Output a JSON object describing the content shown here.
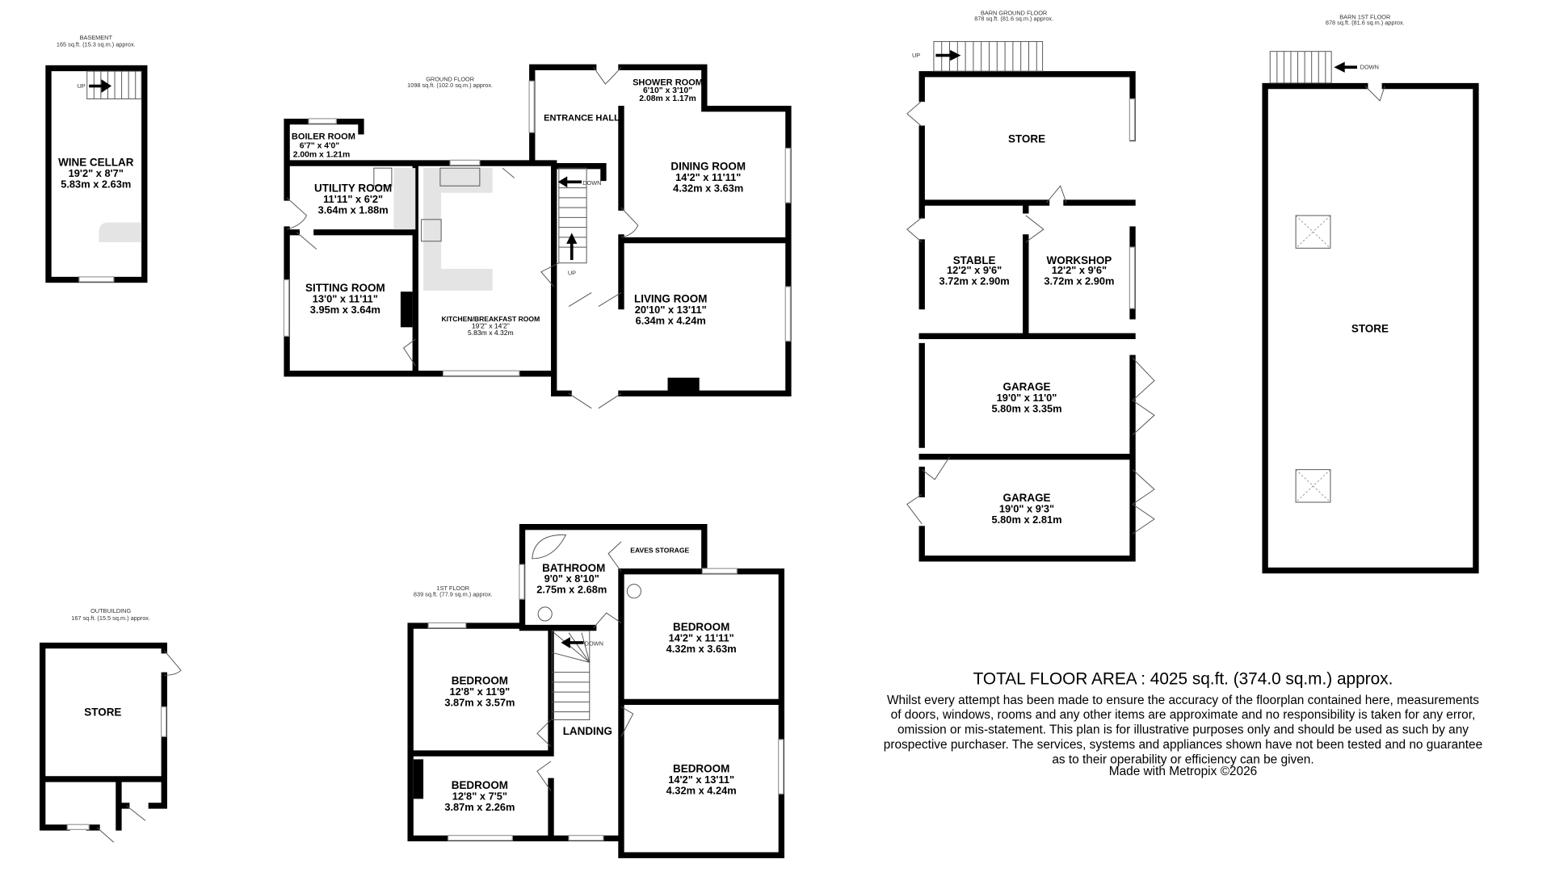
{
  "floors": {
    "basement": {
      "name": "BASEMENT",
      "area": "165 sq.ft. (15.3 sq.m.) approx."
    },
    "ground": {
      "name": "GROUND FLOOR",
      "area": "1098 sq.ft. (102.0 sq.m.) approx."
    },
    "first": {
      "name": "1ST FLOOR",
      "area": "839 sq.ft. (77.9 sq.m.) approx."
    },
    "outbuilding": {
      "name": "OUTBUILDING",
      "area": "167 sq.ft. (15.5 sq.m.) approx."
    },
    "barn_ground": {
      "name": "BARN GROUND FLOOR",
      "area": "878 sq.ft. (81.6 sq.m.) approx."
    },
    "barn_first": {
      "name": "BARN 1ST FLOOR",
      "area": "878 sq.ft. (81.6 sq.m.) approx."
    }
  },
  "rooms": {
    "wine_cellar": {
      "name": "WINE CELLAR",
      "imperial": "19'2\"  x 8'7\"",
      "metric": "5.83m  x 2.63m"
    },
    "boiler_room": {
      "name": "BOILER ROOM",
      "imperial": "6'7\"  x 4'0\"",
      "metric": "2.00m  x 1.21m"
    },
    "utility_room": {
      "name": "UTILITY ROOM",
      "imperial": "11'11\"  x 6'2\"",
      "metric": "3.64m  x 1.88m"
    },
    "sitting_room": {
      "name": "SITTING ROOM",
      "imperial": "13'0\"  x 11'11\"",
      "metric": "3.95m  x 3.64m"
    },
    "kitchen": {
      "name": "KITCHEN/BREAKFAST ROOM",
      "imperial": "19'2\"  x 14'2\"",
      "metric": "5.83m  x 4.32m"
    },
    "entrance_hall": {
      "name": "ENTRANCE HALL"
    },
    "shower_room": {
      "name": "SHOWER ROOM",
      "imperial": "6'10\"  x 3'10\"",
      "metric": "2.08m  x 1.17m"
    },
    "dining_room": {
      "name": "DINING ROOM",
      "imperial": "14'2\"  x 11'11\"",
      "metric": "4.32m  x 3.63m"
    },
    "living_room": {
      "name": "LIVING ROOM",
      "imperial": "20'10\"  x 13'11\"",
      "metric": "6.34m  x 4.24m"
    },
    "bathroom": {
      "name": "BATHROOM",
      "imperial": "9'0\"  x 8'10\"",
      "metric": "2.75m  x 2.68m"
    },
    "eaves_storage": {
      "name": "EAVES STORAGE"
    },
    "bedroom_1": {
      "name": "BEDROOM",
      "imperial": "14'2\"  x 11'11\"",
      "metric": "4.32m  x 3.63m"
    },
    "bedroom_2": {
      "name": "BEDROOM",
      "imperial": "12'8\"  x 11'9\"",
      "metric": "3.87m  x 3.57m"
    },
    "bedroom_3": {
      "name": "BEDROOM",
      "imperial": "12'8\"  x 7'5\"",
      "metric": "3.87m  x 2.26m"
    },
    "bedroom_4": {
      "name": "BEDROOM",
      "imperial": "14'2\"  x 13'11\"",
      "metric": "4.32m  x 4.24m"
    },
    "landing": {
      "name": "LANDING"
    },
    "outbuilding_store": {
      "name": "STORE"
    },
    "barn_store": {
      "name": "STORE"
    },
    "stable": {
      "name": "STABLE",
      "imperial": "12'2\"  x 9'6\"",
      "metric": "3.72m  x 2.90m"
    },
    "workshop": {
      "name": "WORKSHOP",
      "imperial": "12'2\"  x 9'6\"",
      "metric": "3.72m  x 2.90m"
    },
    "garage_1": {
      "name": "GARAGE",
      "imperial": "19'0\"  x 11'0\"",
      "metric": "5.80m  x 3.35m"
    },
    "garage_2": {
      "name": "GARAGE",
      "imperial": "19'0\"  x 9'3\"",
      "metric": "5.80m  x 2.81m"
    },
    "barn_first_store": {
      "name": "STORE"
    }
  },
  "stair_labels": {
    "up": "UP",
    "down": "DOWN"
  },
  "total": "TOTAL FLOOR AREA : 4025 sq.ft. (374.0 sq.m.) approx.",
  "disclaimer": [
    "Whilst every attempt has been made to ensure the accuracy of the floorplan contained here, measurements",
    "of doors, windows, rooms and any other items are approximate and no responsibility is taken for any error,",
    "omission or mis-statement. This plan is for illustrative purposes only and should be used as such by any",
    "prospective purchaser. The services, systems and appliances shown have not been tested and no guarantee",
    "as to their operability or efficiency can be given."
  ],
  "credit": "Made with Metropix ©2026"
}
